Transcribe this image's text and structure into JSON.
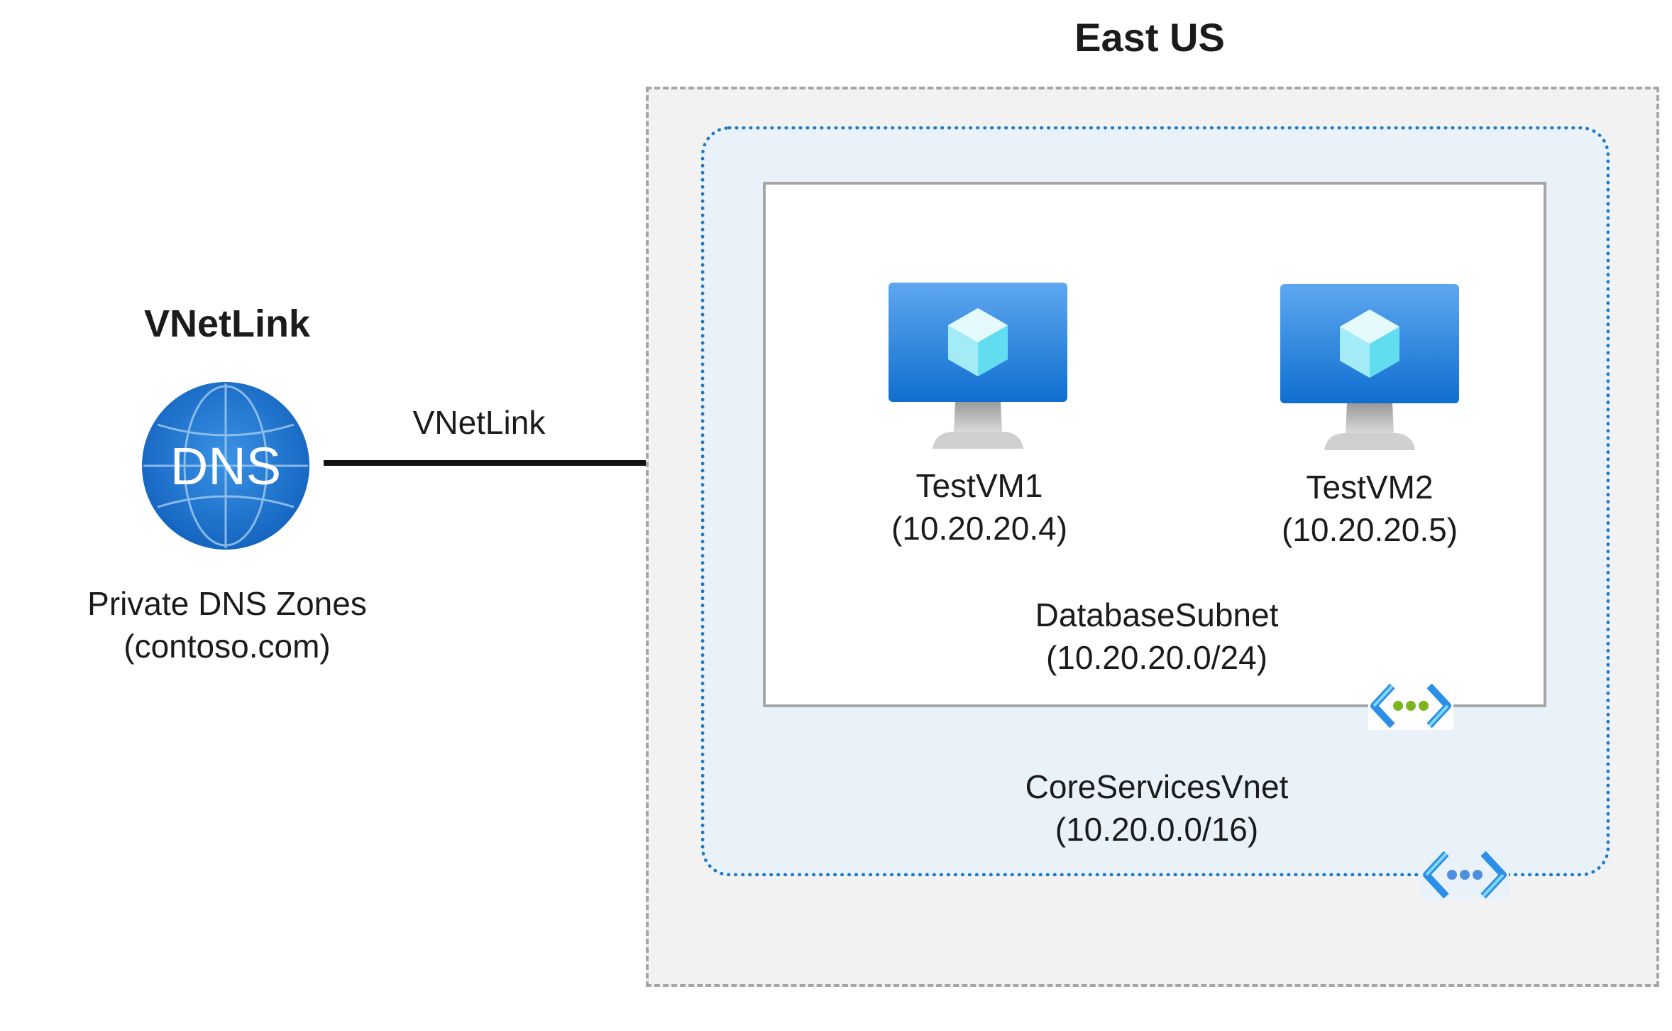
{
  "region": {
    "title": "East US"
  },
  "dns": {
    "heading": "VNetLink",
    "icon_text": "DNS",
    "label_line1": "Private DNS Zones",
    "label_line2": "(contoso.com)"
  },
  "link": {
    "label": "VNetLink"
  },
  "vnet": {
    "name": "CoreServicesVnet",
    "cidr": "(10.20.0.0/16)"
  },
  "subnet": {
    "name": "DatabaseSubnet",
    "cidr": "(10.20.20.0/24)"
  },
  "vms": [
    {
      "name": "TestVM1",
      "ip": "(10.20.20.4)"
    },
    {
      "name": "TestVM2",
      "ip": "(10.20.20.5)"
    }
  ],
  "colors": {
    "accent_blue": "#1a78c8",
    "vm_blue": "#1f80db",
    "region_border": "#a6a6a6",
    "vnet_fill": "#e9f1f9"
  },
  "icons": [
    "dns-globe-icon",
    "virtual-machine-icon",
    "subnet-icon",
    "virtual-network-icon"
  ]
}
